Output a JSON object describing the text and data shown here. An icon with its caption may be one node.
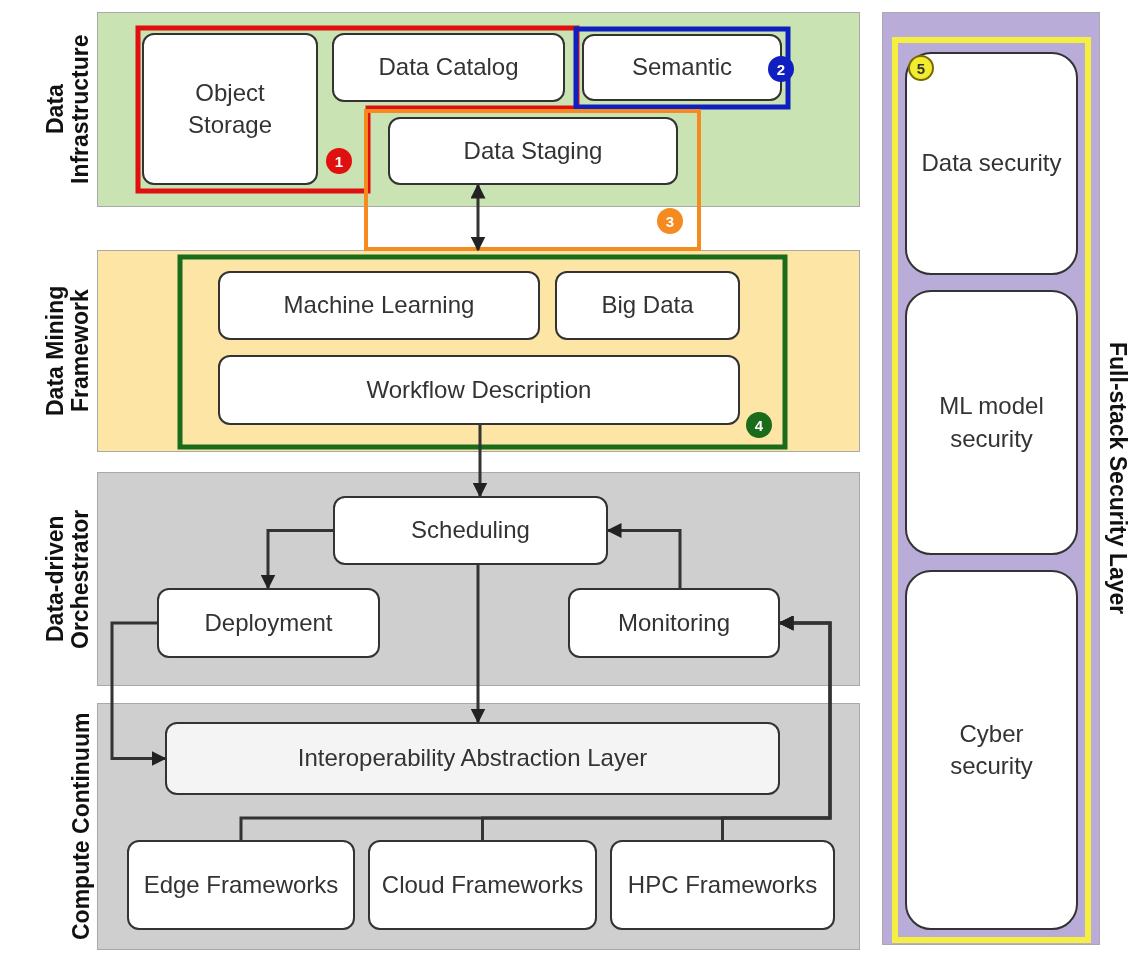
{
  "diagram": {
    "nodes": [
      {
        "text": [
          "Data Infrastructure"
        ]
      },
      {
        "text": [
          "Object Storage"
        ],
        "in": 0
      },
      {
        "text": [
          "Data Catalog"
        ],
        "in": 0
      },
      {
        "text": [
          "Semantic"
        ],
        "in": 0
      },
      {
        "text": [
          "Data Staging"
        ],
        "in": 0
      },
      {
        "text": [
          "Data Mining Framework"
        ]
      },
      {
        "text": [
          "Machine Learning"
        ],
        "in": 5
      },
      {
        "text": [
          "Big Data"
        ],
        "in": 5
      },
      {
        "text": [
          "Workflow Description"
        ],
        "in": 5
      },
      {
        "text": [
          "Data-driven Orchestrator"
        ]
      },
      {
        "text": [
          "Scheduling"
        ],
        "in": 9
      },
      {
        "text": [
          "Deployment"
        ],
        "in": 9
      },
      {
        "text": [
          "Monitoring"
        ],
        "in": 9
      },
      {
        "text": [
          "Compute Continuum"
        ]
      },
      {
        "text": [
          "Interoperability Abstraction Layer"
        ],
        "in": 13
      },
      {
        "text": [
          "Edge Frameworks"
        ],
        "in": 13
      },
      {
        "text": [
          "Cloud Frameworks"
        ],
        "in": 13
      },
      {
        "text": [
          "HPC Frameworks"
        ],
        "in": 13
      },
      {
        "text": [
          "Full-stack Security Layer"
        ]
      },
      {
        "text": [
          "Data security"
        ],
        "in": 18
      },
      {
        "text": [
          "ML model security"
        ],
        "in": 18
      },
      {
        "text": [
          "Cyber security"
        ],
        "in": 18
      }
    ],
    "edges": [
      {
        "from": 4,
        "to": 5,
        "arrow": "both"
      },
      {
        "from": 8,
        "to": 10,
        "arrow": "to"
      },
      {
        "from": 10,
        "to": 11,
        "arrow": "to"
      },
      {
        "from": 12,
        "to": 10,
        "arrow": "to"
      },
      {
        "from": 10,
        "to": 14,
        "arrow": "to"
      },
      {
        "from": 11,
        "to": 14,
        "arrow": "to"
      },
      {
        "from": 15,
        "to": 12,
        "arrow": "to"
      },
      {
        "from": 16,
        "to": 12,
        "arrow": "to"
      },
      {
        "from": 17,
        "to": 12,
        "arrow": "to"
      }
    ],
    "labels": [
      "1",
      "2",
      "3",
      "4",
      "5"
    ]
  }
}
